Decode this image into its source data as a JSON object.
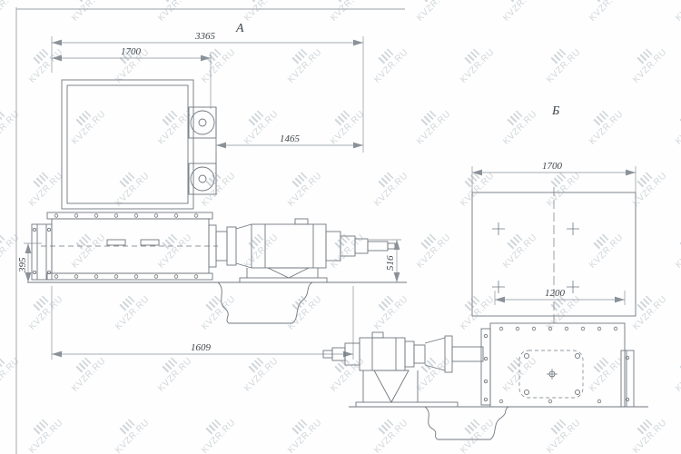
{
  "watermark": {
    "text": "KVZR.RU"
  },
  "drawing": {
    "view_a": {
      "label": "А",
      "dim_width_total": "3365",
      "dim_width_top": "1700",
      "dim_motor": "1465",
      "dim_height_left": "395",
      "dim_height_right": "516",
      "dim_bottom": "1609"
    },
    "view_b": {
      "label": "Б",
      "dim_width_top": "1700",
      "dim_inner": "1200"
    }
  },
  "colors": {
    "line": "#70777e",
    "dim_line": "#8a9199",
    "text": "#3f454b",
    "watermark": "#9aa6b0"
  }
}
